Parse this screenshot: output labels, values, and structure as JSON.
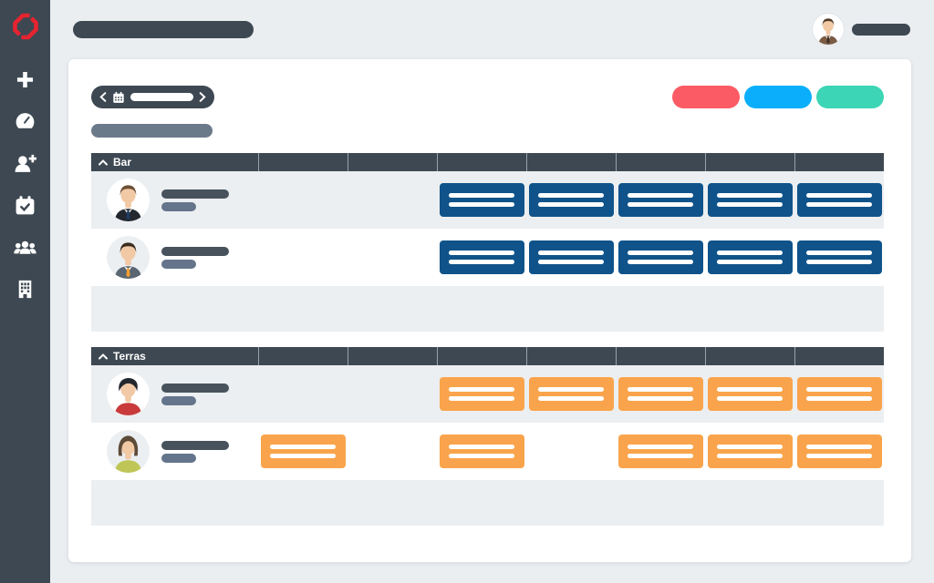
{
  "page": {
    "background": "#EAEEF1",
    "accent_dark": "#3D4852"
  },
  "sidebar": {
    "bg": "#3D4852",
    "logo": {
      "icon": "app-logo",
      "color": "#E52430"
    },
    "items": [
      {
        "icon": "plus-icon"
      },
      {
        "icon": "dashboard-icon"
      },
      {
        "icon": "add-employee-icon"
      },
      {
        "icon": "schedule-calendar-icon"
      },
      {
        "icon": "team-icon"
      },
      {
        "icon": "company-building-icon"
      }
    ]
  },
  "header": {
    "title_placeholder_color": "#3D4852",
    "user_placeholder_color": "#3D4852",
    "avatar": {
      "bg": "#FFFFFF",
      "skin": "#F1C9A5",
      "hair": "#4E3A28",
      "shirt": "#7B5B43",
      "tie": "#3A2E24",
      "collar": true
    }
  },
  "toolbar": {
    "date_nav": {
      "bg": "#3D4852",
      "icons": [
        "chevron-left-icon",
        "calendar-icon",
        "chevron-right-icon"
      ],
      "value_placeholder_color": "#FFFFFF"
    },
    "filters": [
      {
        "name": "filter-red-button",
        "color": "#FB5B64"
      },
      {
        "name": "filter-blue-button",
        "color": "#0AAEFB"
      },
      {
        "name": "filter-teal-button",
        "color": "#3CD5B5"
      }
    ],
    "subtitle_placeholder_color": "#6B7A89"
  },
  "schedule": {
    "day_columns": 7,
    "header_bg": "#3D4852",
    "divider_color": "#97A2AC",
    "row_alt_bg": "#ECEFF1",
    "name_bar_color": "#47525D",
    "meta_bar_color": "#64748B",
    "sections": [
      {
        "label": "Bar",
        "collapse_icon": "chevron-up-icon",
        "shift_color": "#0F538A",
        "rows": [
          {
            "avatar": {
              "bg": "#FFFFFF",
              "skin": "#F1C9A5",
              "hair": "#6B4F35",
              "shirt": "#23272E",
              "tie": "#1D3B63",
              "collar": true,
              "hair_style": "short"
            },
            "shift_days": [
              3,
              4,
              5,
              6,
              7
            ]
          },
          {
            "avatar": {
              "bg": "#ECEFF1",
              "skin": "#F1C9A5",
              "hair": "#3A2D20",
              "shirt": "#5A6672",
              "tie": "#F59E31",
              "collar": true,
              "hair_style": "short"
            },
            "shift_days": [
              3,
              4,
              5,
              6,
              7
            ]
          }
        ]
      },
      {
        "label": "Terras",
        "collapse_icon": "chevron-up-icon",
        "shift_color": "#F9A44C",
        "rows": [
          {
            "avatar": {
              "bg": "#FFFFFF",
              "skin": "#F1C9A5",
              "hair": "#23272E",
              "shirt": "#C93B3B",
              "hair_style": "swoosh"
            },
            "shift_days": [
              3,
              4,
              5,
              6,
              7
            ]
          },
          {
            "avatar": {
              "bg": "#ECEFF1",
              "skin": "#F1C9A5",
              "hair": "#5D4A38",
              "shirt": "#BFC657",
              "hair_style": "long"
            },
            "shift_days": [
              1,
              3,
              5,
              6,
              7
            ]
          }
        ]
      }
    ]
  }
}
